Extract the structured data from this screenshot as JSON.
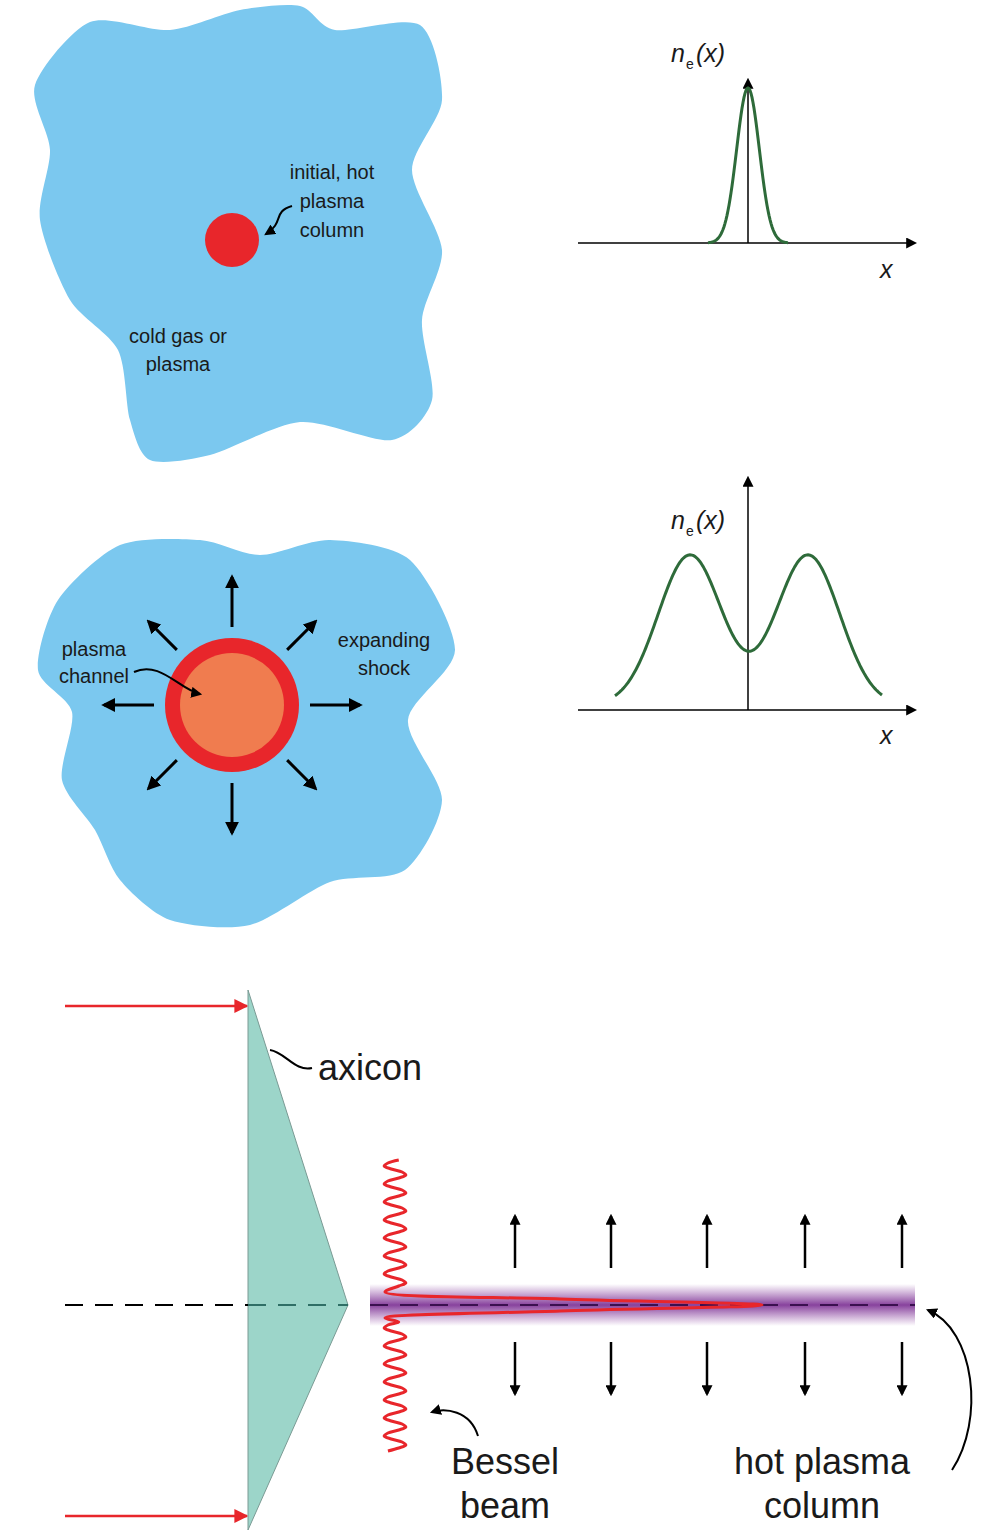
{
  "diagram": {
    "nodes": [
      {
        "text": [
          "initial, hot plasma column",
          "cold gas or plasma"
        ]
      },
      {
        "text": [
          "plasma channel",
          "expanding shock"
        ]
      }
    ],
    "labels": [
      "n",
      "e",
      "(x)",
      "x",
      "n",
      "e",
      "(x)",
      "x",
      "axicon",
      "Bessel beam",
      "hot plasma column"
    ]
  }
}
